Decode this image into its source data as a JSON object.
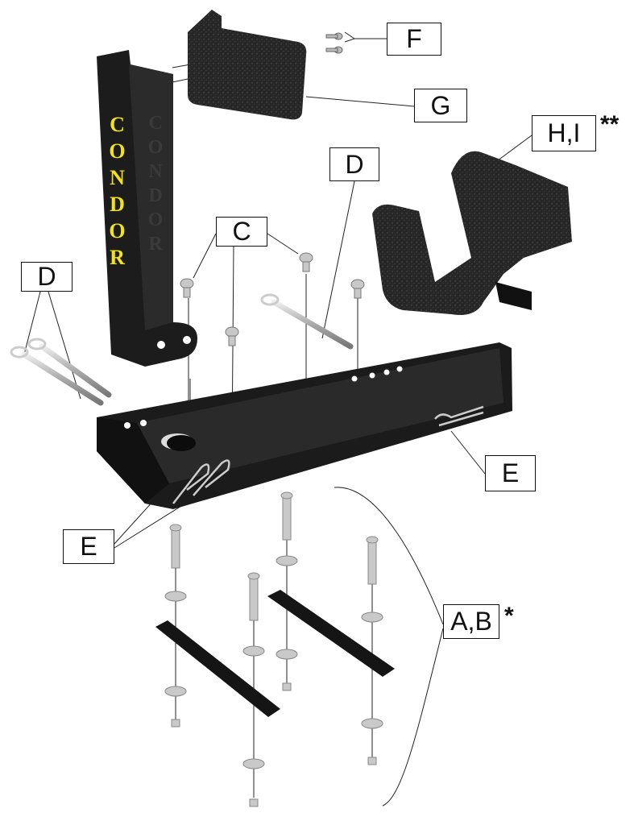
{
  "labels": {
    "F": "F",
    "G": "G",
    "HI": "H,I",
    "HI_note": "**",
    "D_top": "D",
    "C": "C",
    "D_left": "D",
    "E_right": "E",
    "E_left": "E",
    "AB": "A,B",
    "AB_note": "*"
  },
  "stand_text": {
    "yellow": "CONDOR",
    "engraved": "CONDOR"
  },
  "colors": {
    "part": "#1a1a1a",
    "pad": "#2a2a2a",
    "brand_text": "#f2e21a",
    "metal": "#c8c8c8"
  }
}
